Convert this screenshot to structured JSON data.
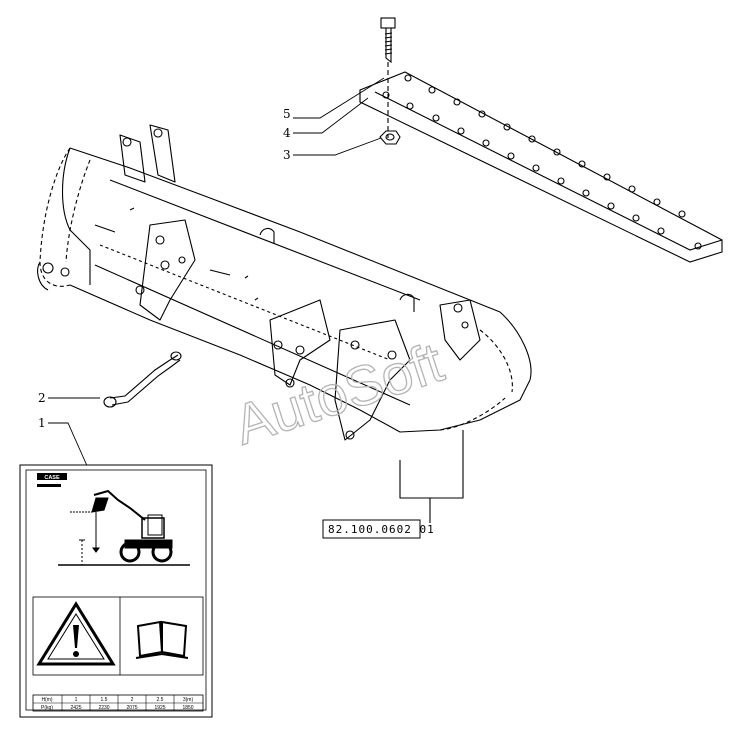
{
  "drawing": {
    "callouts": [
      {
        "id": "5",
        "label": "5"
      },
      {
        "id": "4",
        "label": "4"
      },
      {
        "id": "3",
        "label": "3"
      },
      {
        "id": "2",
        "label": "2"
      },
      {
        "id": "1",
        "label": "1"
      }
    ],
    "reference_code": "82.100.0602 01",
    "watermark": "AutoSoft"
  },
  "decal": {
    "brand": "CASE",
    "load_table": {
      "row1": [
        "H(m)",
        "1",
        "1.5",
        "2",
        "2.5",
        "3(m)"
      ],
      "row2": [
        "P(kg)",
        "2425",
        "2230",
        "2075",
        "1925",
        "1850"
      ]
    },
    "colors": {
      "ink": "#000000",
      "watermark": "#b4b4b4"
    }
  }
}
